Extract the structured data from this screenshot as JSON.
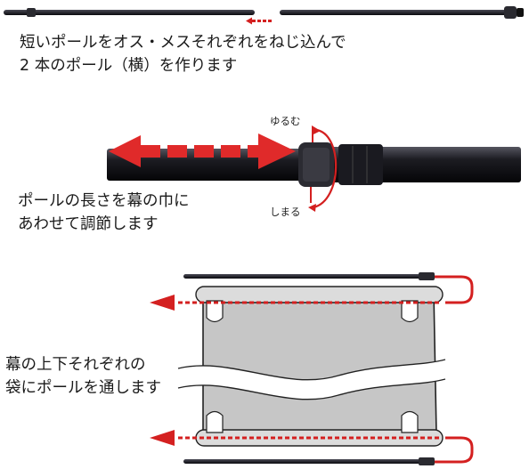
{
  "step1": {
    "line1": "短いポールをオス・メスそれぞれをねじ込んで",
    "line2": "2 本のポール（横）を作ります"
  },
  "step2": {
    "line1": "ポールの長さを幕の巾に",
    "line2": "あわせて調節します",
    "loosen_label": "ゆるむ",
    "tighten_label": "しまる"
  },
  "step3": {
    "line1": "幕の上下それぞれの",
    "line2": "袋にポールを通します"
  },
  "colors": {
    "pole": "#1e1e24",
    "arrow_red": "#d42020",
    "banner_gray": "#c8c8c8",
    "banner_outline": "#222222"
  }
}
